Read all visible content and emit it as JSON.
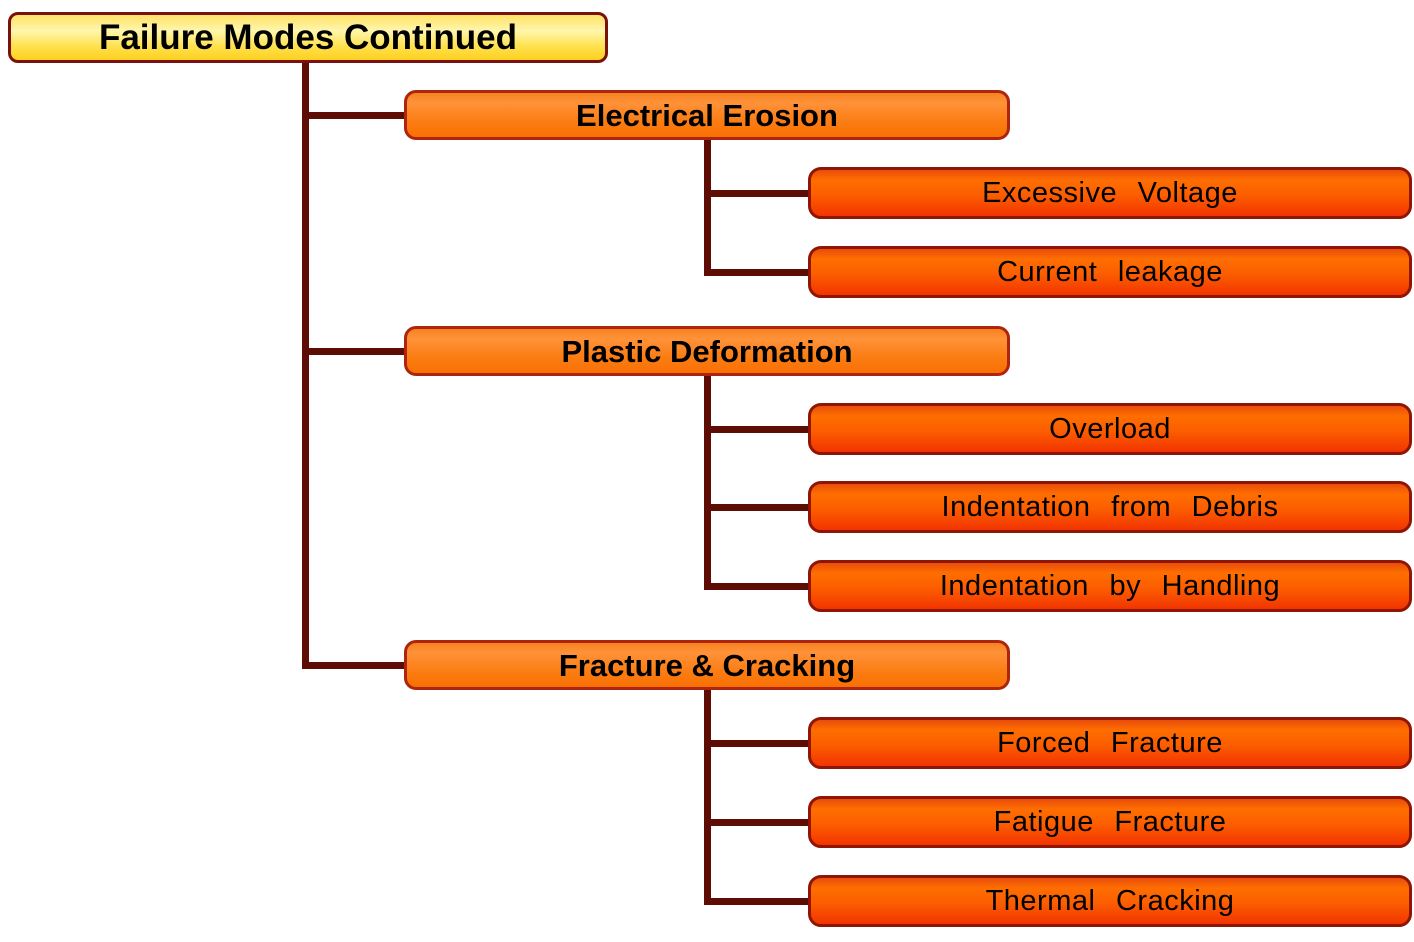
{
  "diagram": {
    "type": "tree",
    "root": {
      "label": "Failure Modes Continued"
    },
    "branches": [
      {
        "label": "Electrical Erosion",
        "children": [
          "Excessive Voltage",
          "Current leakage"
        ]
      },
      {
        "label": "Plastic Deformation",
        "children": [
          "Overload",
          "Indentation from Debris",
          "Indentation by Handling"
        ]
      },
      {
        "label": "Fracture & Cracking",
        "children": [
          "Forced Fracture",
          "Fatigue Fracture",
          "Thermal Cracking"
        ]
      }
    ],
    "colors": {
      "background": "#ffffff",
      "connector": "#5e0d05",
      "text": "#000000",
      "root_border": "#7a110c",
      "root_fill_top": "#ffe266",
      "root_fill_mid": "#fff6ad",
      "root_fill_bottom": "#fdd01e",
      "branch_border": "#ad250e",
      "branch_fill_top": "#ff9239",
      "branch_fill_bottom": "#f97004",
      "leaf_border": "#8f1505",
      "leaf_fill_top": "#ff6e00",
      "leaf_fill_bottom": "#f23400"
    }
  }
}
